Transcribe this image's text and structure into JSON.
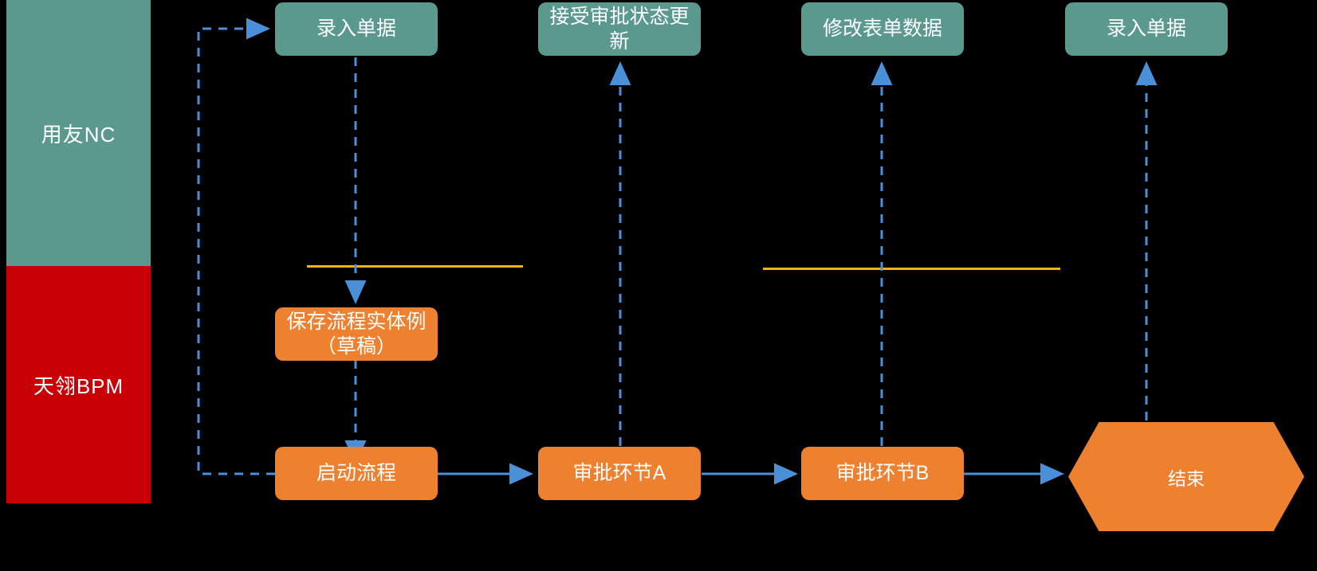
{
  "diagram": {
    "title_implicit": "用友NC 与 天翎BPM 单据审批流程",
    "background_color": "#000000",
    "colors": {
      "lane_nc": "#5b998e",
      "lane_bpm": "#c90006",
      "node_teal": "#5b998e",
      "node_orange": "#ed8130",
      "connector_blue": "#4a90d9",
      "separator_yellow": "#f5b400",
      "text": "#ffffff"
    }
  },
  "lanes": [
    {
      "id": "lane-nc",
      "label": "用友NC",
      "color": "#5b998e"
    },
    {
      "id": "lane-bpm",
      "label": "天翎BPM",
      "color": "#c90006"
    }
  ],
  "nodes": [
    {
      "id": "n1",
      "label": "录入单据",
      "lane": "用友NC",
      "shape": "rounded-rect",
      "color": "#5b998e"
    },
    {
      "id": "n2",
      "label": "接受审批状态更新",
      "lane": "用友NC",
      "shape": "rounded-rect",
      "color": "#5b998e"
    },
    {
      "id": "n3",
      "label": "修改表单数据",
      "lane": "用友NC",
      "shape": "rounded-rect",
      "color": "#5b998e"
    },
    {
      "id": "n4",
      "label": "录入单据",
      "lane": "用友NC",
      "shape": "rounded-rect",
      "color": "#5b998e"
    },
    {
      "id": "n5",
      "label": "保存流程实体例（草稿）",
      "lane": "天翎BPM",
      "shape": "rounded-rect",
      "color": "#ed8130"
    },
    {
      "id": "n6",
      "label": "启动流程",
      "lane": "天翎BPM",
      "shape": "rounded-rect",
      "color": "#ed8130"
    },
    {
      "id": "n7",
      "label": "审批环节A",
      "lane": "天翎BPM",
      "shape": "rounded-rect",
      "color": "#ed8130"
    },
    {
      "id": "n8",
      "label": "审批环节B",
      "lane": "天翎BPM",
      "shape": "rounded-rect",
      "color": "#ed8130"
    },
    {
      "id": "n9",
      "label": "结束",
      "lane": "天翎BPM",
      "shape": "hexagon",
      "color": "#ed8130"
    }
  ],
  "edges": [
    {
      "from": "录入单据",
      "to": "保存流程实体例（草稿）",
      "style": "dashed",
      "direction": "down"
    },
    {
      "from": "保存流程实体例（草稿）",
      "to": "启动流程",
      "style": "dashed",
      "direction": "down"
    },
    {
      "from": "启动流程",
      "to": "审批环节A",
      "style": "solid",
      "direction": "right"
    },
    {
      "from": "审批环节A",
      "to": "审批环节B",
      "style": "solid",
      "direction": "right"
    },
    {
      "from": "审批环节B",
      "to": "结束",
      "style": "solid",
      "direction": "right"
    },
    {
      "from": "审批环节A",
      "to": "接受审批状态更新",
      "style": "dashed",
      "direction": "up"
    },
    {
      "from": "审批环节B",
      "to": "修改表单数据",
      "style": "dashed",
      "direction": "up"
    },
    {
      "from": "结束",
      "to": "录入单据",
      "style": "dashed",
      "direction": "up"
    },
    {
      "from": "启动流程",
      "to": "录入单据",
      "style": "dashed",
      "direction": "loop-left"
    }
  ],
  "separators": [
    {
      "id": "sep1",
      "color": "#f5b400"
    },
    {
      "id": "sep2",
      "color": "#f5b400"
    }
  ]
}
